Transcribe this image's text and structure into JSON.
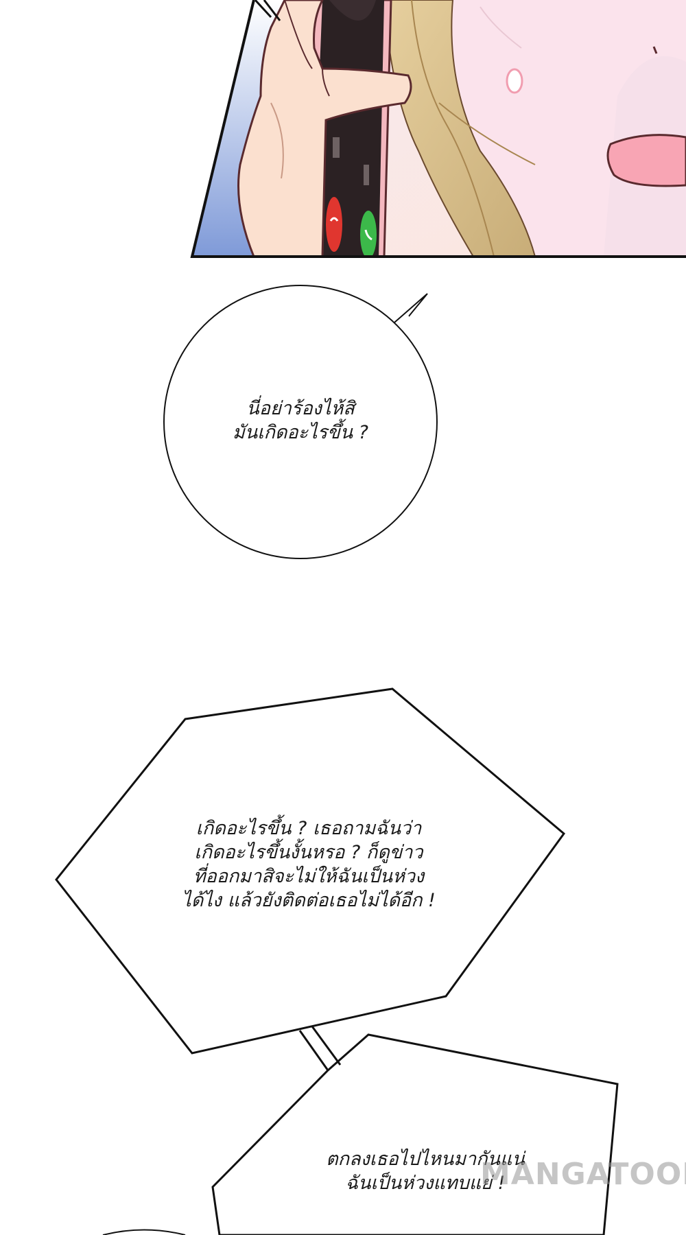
{
  "panel_top": {
    "phone_screen": {
      "decline_icon": "phone-decline-icon",
      "accept_icon": "phone-accept-icon",
      "decline_color": "#e0362f",
      "accept_color": "#3cb94a"
    }
  },
  "bubbles": [
    {
      "lines": [
        "นี่อย่าร้องไห้สิ",
        "มันเกิดอะไรขึ้น ?"
      ]
    },
    {
      "lines": [
        "เกิดอะไรขึ้น ? เธอถามฉันว่า",
        "เกิดอะไรขึ้นงั้นหรอ ? ก็ดูข่าว",
        "ที่ออกมาสิจะไม่ให้ฉันเป็นห่วง",
        "ได้ไง แล้วยังติดต่อเธอไม่ได้อีก !"
      ]
    },
    {
      "lines": [
        "ตกลงเธอไปไหนมากันแน่",
        "ฉันเป็นห่วงแทบแย่ !"
      ]
    }
  ],
  "watermark": "MANGATOON",
  "colors": {
    "skin": "#fbe0cf",
    "hair": "#d8bf8c",
    "outline": "#5a2a2e",
    "blush": "#f8a5b4"
  }
}
